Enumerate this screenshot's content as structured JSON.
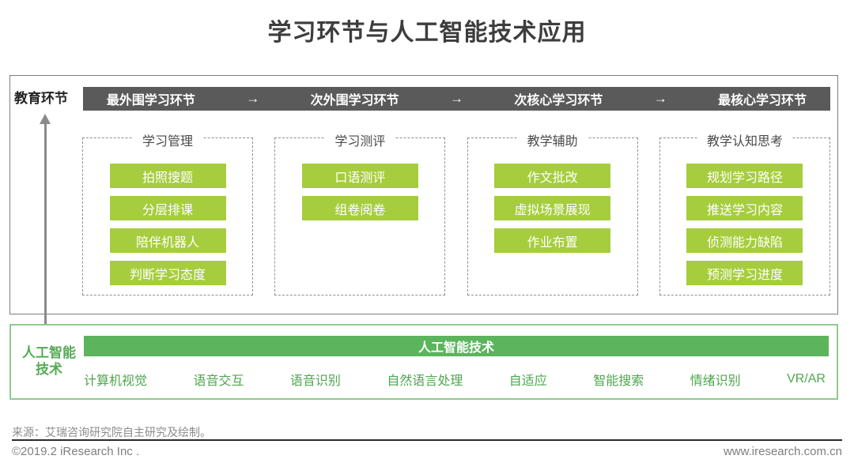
{
  "title": "学习环节与人工智能技术应用",
  "education": {
    "label": "教育环节",
    "arrow_glyph": "→",
    "stages": [
      "最外围学习环节",
      "次外围学习环节",
      "次核心学习环节",
      "最核心学习环节"
    ],
    "groups": [
      {
        "title": "学习管理",
        "items": [
          "拍照搜题",
          "分层排课",
          "陪伴机器人",
          "判断学习态度"
        ]
      },
      {
        "title": "学习测评",
        "items": [
          "口语测评",
          "组卷阅卷"
        ]
      },
      {
        "title": "教学辅助",
        "items": [
          "作文批改",
          "虚拟场景展现",
          "作业布置"
        ]
      },
      {
        "title": "教学认知思考",
        "items": [
          "规划学习路径",
          "推送学习内容",
          "侦测能力缺陷",
          "预测学习进度"
        ]
      }
    ]
  },
  "ai": {
    "label_line1": "人工智能",
    "label_line2": "技术",
    "bar_title": "人工智能技术",
    "technologies": [
      "计算机视觉",
      "语音交互",
      "语音识别",
      "自然语言处理",
      "自适应",
      "智能搜索",
      "情绪识别",
      "VR/AR"
    ]
  },
  "footer": {
    "source": "来源：艾瑞咨询研究院自主研究及绘制。",
    "copyright": "©2019.2 iResearch Inc .",
    "website": "www.iresearch.com.cn"
  },
  "colors": {
    "chip_green": "#a6cd3d",
    "ai_green": "#5cb45c",
    "ai_border_green": "#90ca90",
    "stage_bar_gray": "#5a5a5a",
    "title_gray": "#3d3d3d"
  }
}
